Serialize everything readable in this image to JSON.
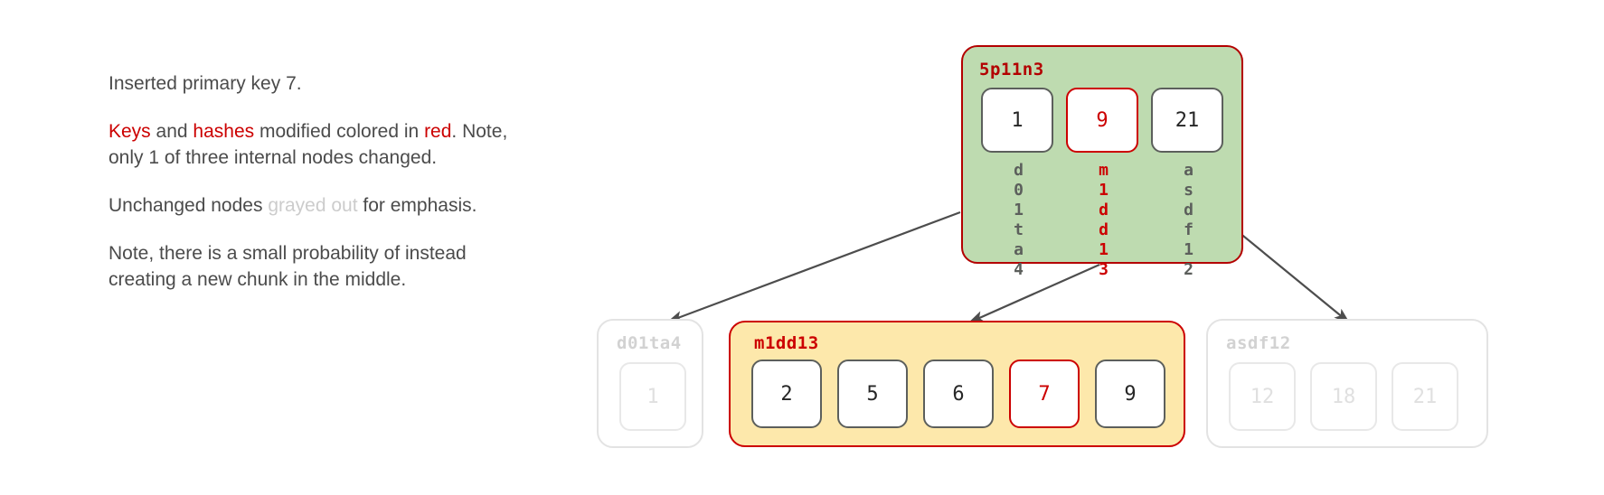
{
  "caption": {
    "p1": "Inserted primary key 7.",
    "p2_a": "Keys",
    "p2_b": " and ",
    "p2_c": "hashes",
    "p2_d": " modified colored in ",
    "p2_e": "red",
    "p2_f": ". Note, only 1 of three internal nodes changed.",
    "p3_a": "Unchanged nodes ",
    "p3_b": "grayed out",
    "p3_c": " for emphasis.",
    "p4": "Note, there is a small probability of instead creating a new chunk in the middle."
  },
  "colors": {
    "red": "#cc0000",
    "dark_red": "#b30000",
    "green_fill": "#bedbb0",
    "yellow_fill": "#fde8ab",
    "gray_text": "#cccccc",
    "body_text": "#4b4b4b",
    "cell_border": "#5c5f5c"
  },
  "tree": {
    "root": {
      "hash_label": "5p11n3",
      "changed": true,
      "keys": [
        {
          "value": "1",
          "changed": false
        },
        {
          "value": "9",
          "changed": true
        },
        {
          "value": "21",
          "changed": false
        }
      ],
      "child_hashes": [
        {
          "value": "d01ta4",
          "changed": false
        },
        {
          "value": "m1dd13",
          "changed": true
        },
        {
          "value": "asdf12",
          "changed": false
        }
      ]
    },
    "leaves": [
      {
        "hash_label": "d01ta4",
        "changed": false,
        "keys": [
          {
            "value": "1",
            "changed": false
          }
        ]
      },
      {
        "hash_label": "m1dd13",
        "changed": true,
        "keys": [
          {
            "value": "2",
            "changed": false
          },
          {
            "value": "5",
            "changed": false
          },
          {
            "value": "6",
            "changed": false
          },
          {
            "value": "7",
            "changed": true
          },
          {
            "value": "9",
            "changed": false
          }
        ]
      },
      {
        "hash_label": "asdf12",
        "changed": false,
        "keys": [
          {
            "value": "12",
            "changed": false
          },
          {
            "value": "18",
            "changed": false
          },
          {
            "value": "21",
            "changed": false
          }
        ]
      }
    ],
    "edges": [
      {
        "name": "root-to-d01ta4"
      },
      {
        "name": "root-to-m1dd13"
      },
      {
        "name": "root-to-asdf12"
      }
    ]
  }
}
